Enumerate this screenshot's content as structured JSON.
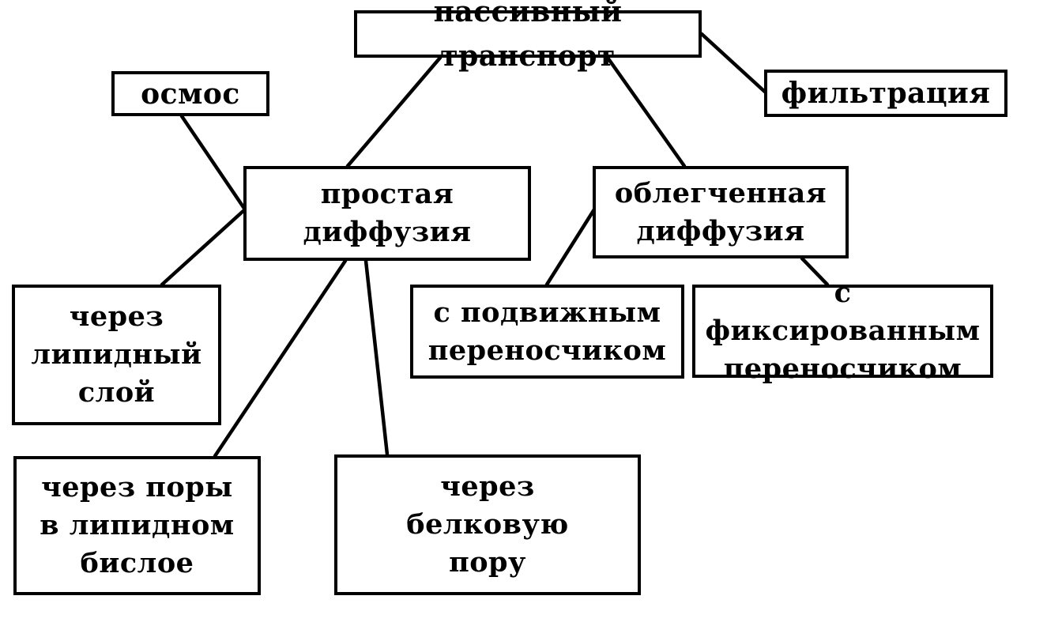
{
  "diagram": {
    "nodes": {
      "root": "пассивный транспорт",
      "osmos": "осмос",
      "filtration": "фильтрация",
      "simple_diffusion": "простая\nдиффузия",
      "facilitated_diffusion": "облегченная\nдиффузия",
      "via_lipid_layer": "через\nлипидный\nслой",
      "mobile_carrier": "с подвижным\nпереносчиком",
      "fixed_carrier": "с фиксированным\nпереносчиком",
      "via_pores": "через поры\nв липидном\nбислое",
      "via_protein_pore": "через\nбелковую\nпору"
    },
    "edges": [
      [
        "root",
        "simple_diffusion"
      ],
      [
        "root",
        "facilitated_diffusion"
      ],
      [
        "root",
        "filtration"
      ],
      [
        "osmos",
        "simple_diffusion"
      ],
      [
        "simple_diffusion",
        "via_lipid_layer"
      ],
      [
        "simple_diffusion",
        "via_pores"
      ],
      [
        "simple_diffusion",
        "via_protein_pore"
      ],
      [
        "facilitated_diffusion",
        "mobile_carrier"
      ],
      [
        "facilitated_diffusion",
        "fixed_carrier"
      ]
    ]
  }
}
